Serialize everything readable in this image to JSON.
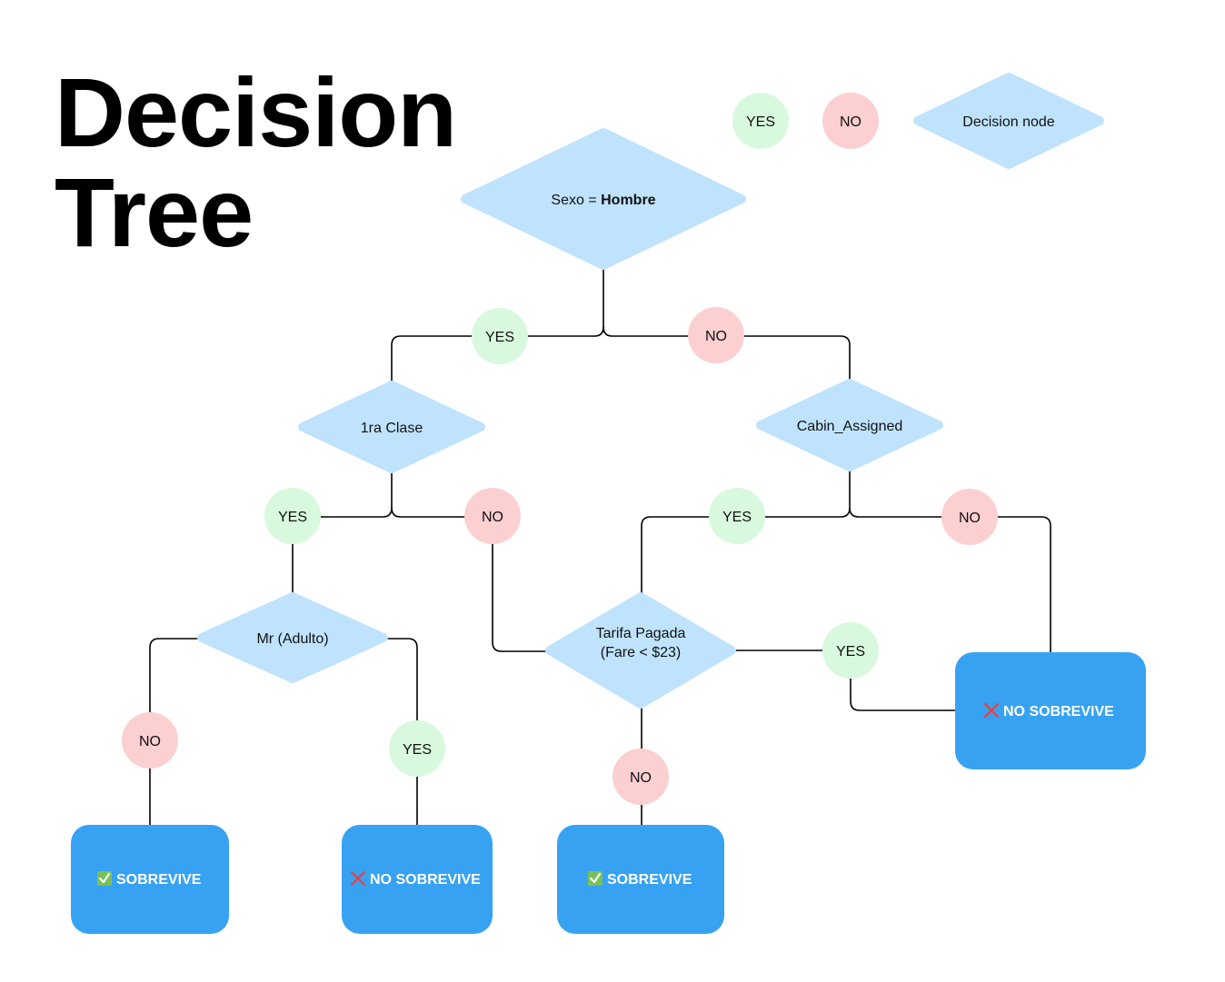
{
  "title": {
    "line1": "Decision",
    "line2": "Tree"
  },
  "colors": {
    "yes": "#d8f9dd",
    "no": "#fccfd1",
    "decision": "#bfe3fd",
    "leaf": "#38a2f2",
    "line": "#000000",
    "text": "#111111",
    "leaf_text": "#ffffff",
    "check_mark": "#78c257",
    "cross_mark": "#e8403c"
  },
  "legend": {
    "yes": "YES",
    "no": "NO",
    "decision": "Decision node"
  },
  "nodes": {
    "root": {
      "prefix": "Sexo = ",
      "bold": "Hombre"
    },
    "first_class": {
      "label": "1ra Clase"
    },
    "cabin": {
      "label": "Cabin_Assigned"
    },
    "mr": {
      "label": "Mr (Adulto)"
    },
    "fare": {
      "line1": "Tarifa Pagada",
      "line2": "(Fare < $23)"
    }
  },
  "branches": {
    "yes": "YES",
    "no": "NO"
  },
  "leaves": {
    "survive": "SOBREVIVE",
    "not_survive": "NO SOBREVIVE",
    "check_icon": "check-mark-icon",
    "cross_icon": "cross-mark-icon"
  }
}
